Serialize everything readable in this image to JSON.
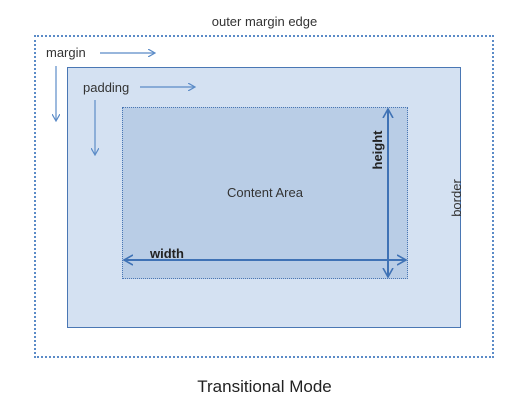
{
  "diagram": {
    "outer_margin_edge_label": "outer margin edge",
    "margin_label": "margin",
    "padding_label": "padding",
    "content_area_label": "Content Area",
    "width_label": "width",
    "height_label": "height",
    "border_label": "border",
    "caption": "Transitional Mode"
  },
  "colors": {
    "margin_edge": "#5b8bc7",
    "border_fill": "#d4e1f2",
    "content_fill": "#b9cde6",
    "arrow": "#5b8bc7",
    "dimension_arrow": "#3f72b5"
  }
}
